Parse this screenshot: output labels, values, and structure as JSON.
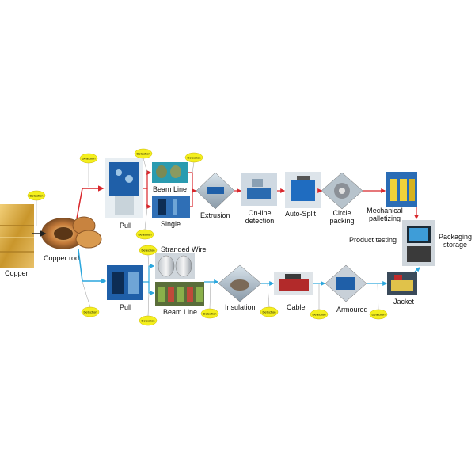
{
  "labels": {
    "copper": "Copper",
    "copper_rod": "Copper rod",
    "pull_top": "Pull",
    "beam_line_top": "Beam Line",
    "single": "Single",
    "extrusion": "Extrusion",
    "online_detection_1": "On-line",
    "online_detection_2": "detection",
    "auto_split": "Auto-Split",
    "circle_packing_1": "Circle",
    "circle_packing_2": "packing",
    "mech_pallet_1": "Mechanical",
    "mech_pallet_2": "palletizing",
    "product_testing": "Product testing",
    "packaging_1": "Packaging",
    "packaging_2": "storage",
    "stranded_wire": "Stranded Wire",
    "pull_bottom": "Pull",
    "beam_line_bottom": "Beam Line",
    "insulation": "Insulation",
    "cable": "Cable",
    "armoured": "Armoured",
    "jacket": "Jacket"
  },
  "badge_text": "Detection",
  "colors": {
    "top_arrow": "#d8262b",
    "bottom_arrow": "#2aa6dd",
    "badge_fill": "#f4ef1e",
    "badge_stroke": "#c9b400",
    "machine_blue": "#1f5fa8",
    "machine_teal": "#2a9bb0"
  }
}
